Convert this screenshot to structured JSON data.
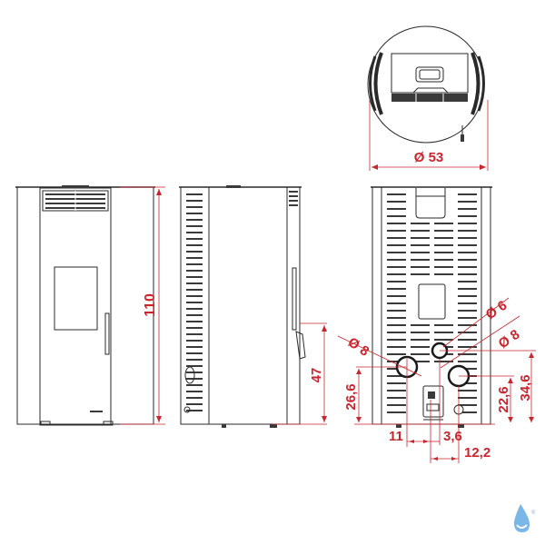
{
  "diagram": {
    "title": "Pellet stove technical drawing",
    "colors": {
      "line": "#2a2a2a",
      "dimension": "#c8262c",
      "logo": "#6aaee0"
    },
    "views": {
      "top": {
        "label": "top-view",
        "diameter": "Ø 53"
      },
      "front": {
        "label": "front-view",
        "height": "110"
      },
      "side": {
        "label": "side-view",
        "door_handle_height": "47"
      },
      "rear": {
        "label": "rear-view",
        "outlets": [
          {
            "name": "left-outlet",
            "diameter": "Ø 8",
            "height": "26,6"
          },
          {
            "name": "top-outlet",
            "diameter": "Ø 6"
          },
          {
            "name": "right-outlet",
            "diameter": "Ø 8",
            "height_a": "22,6",
            "height_b": "34,6"
          }
        ],
        "horizontal": {
          "a": "11",
          "b": "3,6",
          "c": "12,2"
        }
      }
    },
    "logo": {
      "name": "water-drop-logo",
      "mark": "®"
    }
  }
}
